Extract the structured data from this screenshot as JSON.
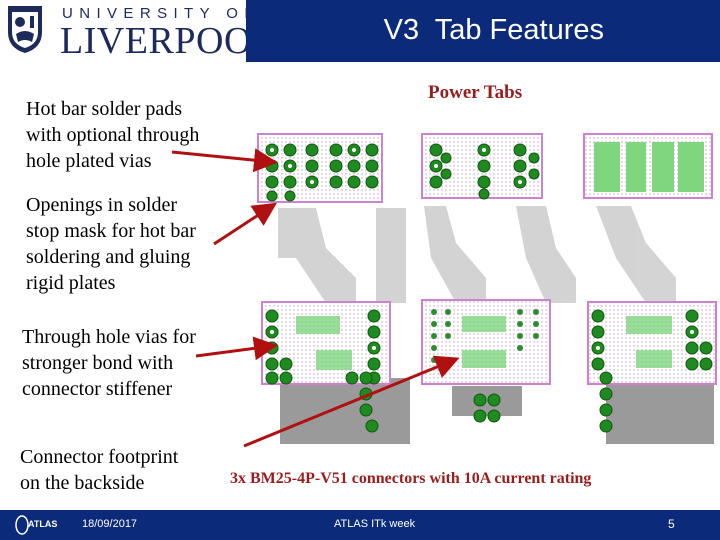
{
  "header": {
    "university_line": "UNIVERSITY OF",
    "city_line": "LIVERPOOL",
    "title": "V3  Tab Features"
  },
  "labels": {
    "hot_bar_pads": [
      "Hot bar solder pads",
      "with optional through",
      "hole plated vias"
    ],
    "openings": [
      "Openings in solder",
      "stop mask for hot bar",
      "soldering and gluing",
      "rigid plates"
    ],
    "through_hole": [
      "Through hole vias for",
      "stronger bond with",
      "connector stiffener"
    ],
    "connector_footprint": [
      "Connector footprint",
      "on the backside"
    ]
  },
  "power_tabs_title": "Power Tabs",
  "bottom_caption": "3x  BM25-4P-V51 connectors with 10A current rating",
  "footer": {
    "logo_text": "ATLAS",
    "date": "18/09/2017",
    "event": "ATLAS  ITk week",
    "page_number": "5"
  },
  "colors": {
    "title_bar": "#0b2a7a",
    "accent_red": "#9b1c1c",
    "pad_green": "#2e8b2e",
    "light_green": "#7fd67f",
    "magenta_mask": "#e0a0e0",
    "pcb_grey": "#a0a0a0"
  }
}
